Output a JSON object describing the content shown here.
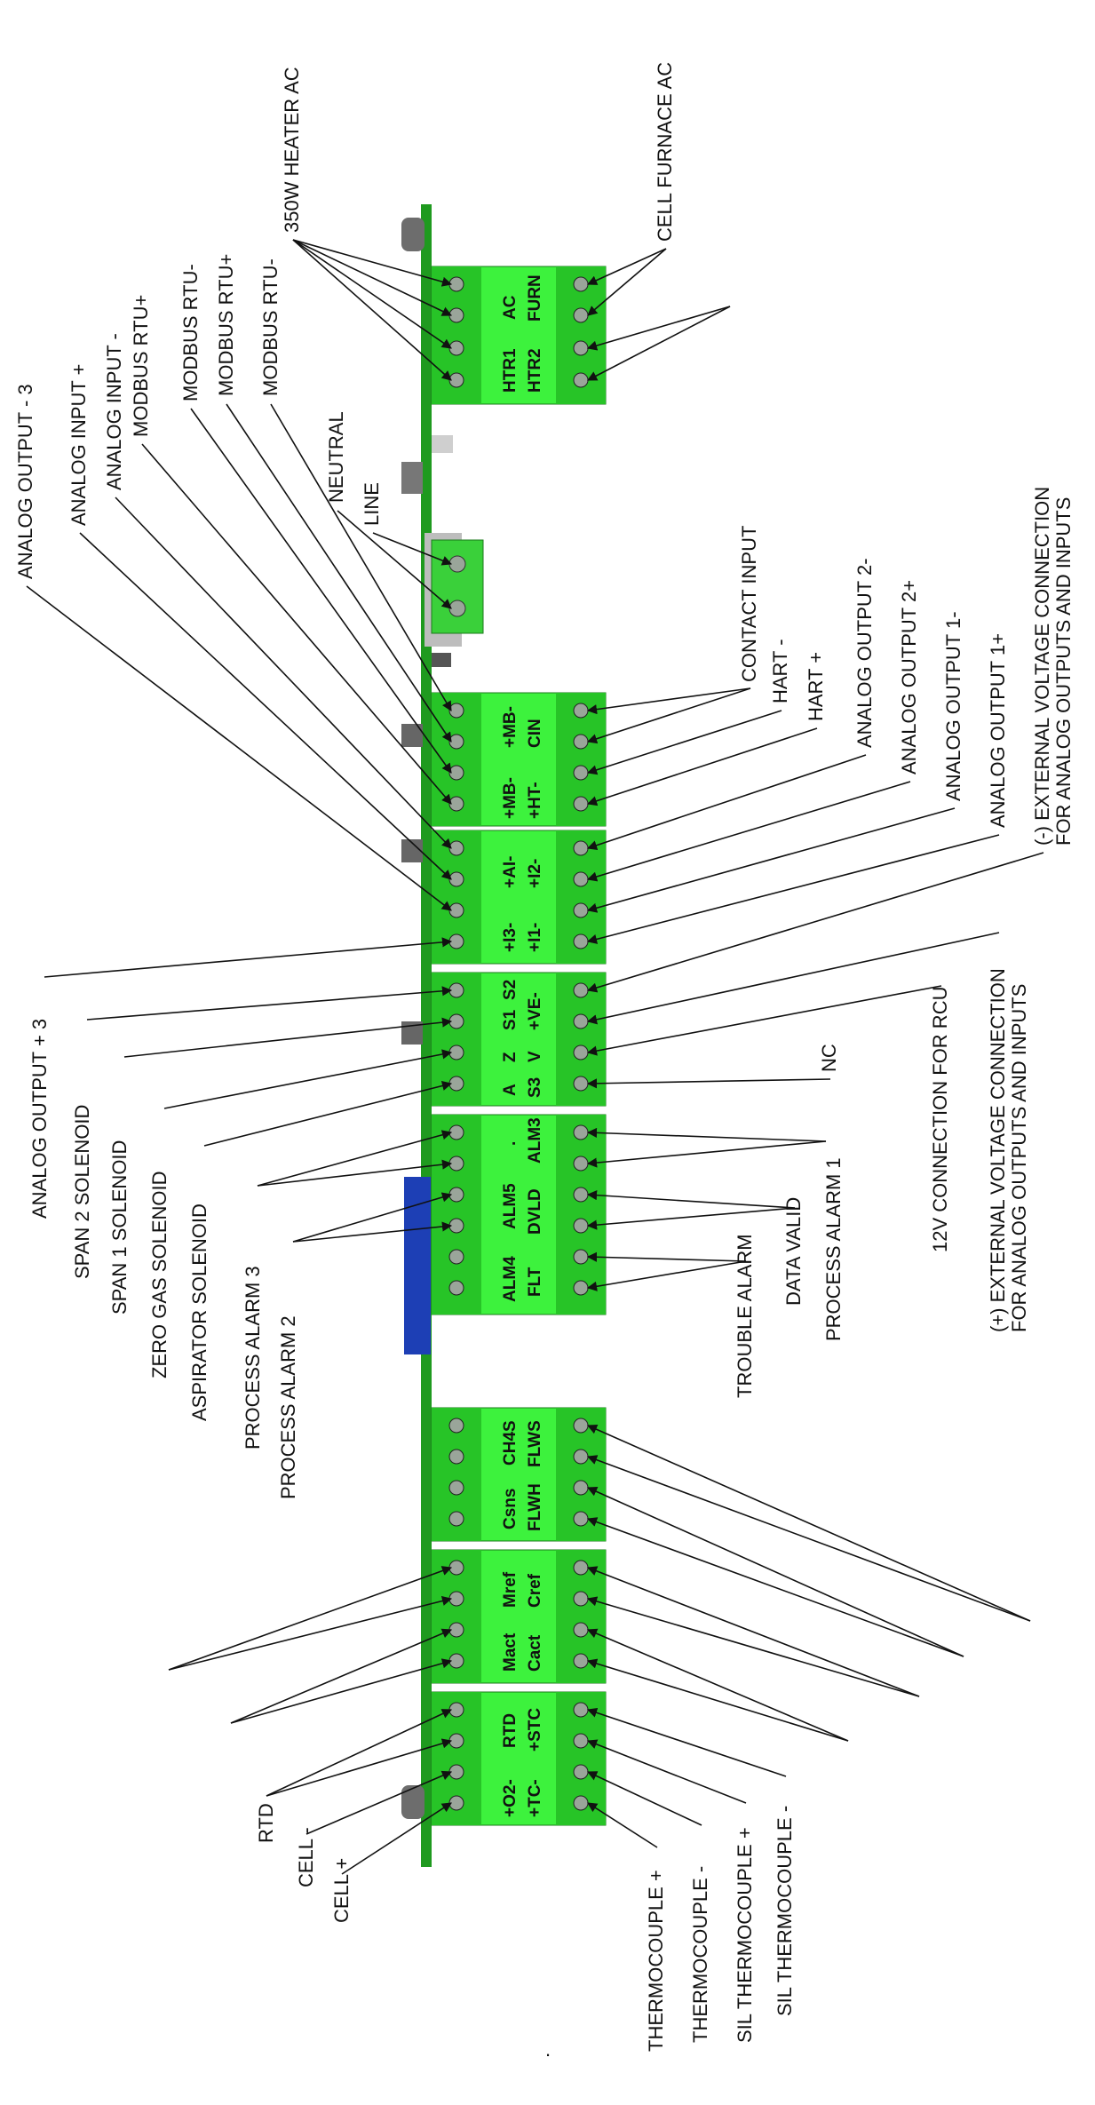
{
  "labels": {
    "heater": "350W HEATER AC",
    "furnace": "CELL FURNACE AC",
    "neutral": "NEUTRAL",
    "line": "LINE",
    "modbus_rtu_minus_b": "MODBUS RTU-",
    "modbus_rtu_plus": "MODBUS RTU+",
    "modbus_rtu_minus_a": "MODBUS  RTU-",
    "modbus_rtu_plus_a": "MODBUS  RTU+",
    "analog_input_minus": "ANALOG INPUT -",
    "analog_input_plus": "ANALOG INPUT +",
    "analog_output_minus_3": "ANALOG OUTPUT - 3",
    "analog_output_plus_3": "ANALOG OUTPUT + 3",
    "span2": "SPAN 2 SOLENOID",
    "span1": "SPAN 1 SOLENOID",
    "zero_gas": "ZERO GAS SOLENOID",
    "aspirator": "ASPIRATOR SOLENOID",
    "process_alarm_3": "PROCESS ALARM 3",
    "process_alarm_2": "PROCESS ALARM 2",
    "rtd": "RTD",
    "cell_minus": "CELL -",
    "cell_plus": "CELL +",
    "contact_input": "CONTACT INPUT",
    "hart_minus": "HART -",
    "hart_plus": "HART +",
    "analog_output_2_minus": "ANALOG OUTPUT 2-",
    "analog_output_2_plus": "ANALOG OUTPUT 2+",
    "analog_output_1_minus": "ANALOG OUTPUT 1-",
    "analog_output_1_plus": "ANALOG OUTPUT 1+",
    "ext_neg_1": "(-) EXTERNAL VOLTAGE CONNECTION",
    "ext_neg_2": "FOR ANALOG OUTPUTS AND INPUTS",
    "ext_pos_1": "(+) EXTERNAL VOLTAGE CONNECTION",
    "ext_pos_2": "FOR ANALOG OUTPUTS AND INPUTS",
    "nc": "NC",
    "rcu": "12V CONNECTION FOR RCU",
    "process_alarm_1": "PROCESS ALARM 1",
    "data_valid": "DATA VALID",
    "trouble_alarm": "TROUBLE ALARM",
    "thermocouple_plus": "THERMOCOUPLE +",
    "thermocouple_minus": "THERMOCOUPLE -",
    "sil_tc_plus": "SIL THERMOCOUPLE +",
    "sil_tc_minus": "SIL THERMOCOUPLE -",
    "dot": "."
  },
  "terminals": {
    "htr1": "HTR1",
    "ac": "AC",
    "htr2": "HTR2",
    "furn": "FURN",
    "pmb_a": "+MB-",
    "pmb_b": "+MB-",
    "pht": "+HT-",
    "cin": "CIN",
    "pi3": "+I3-",
    "pai": "+AI-",
    "pi1": "+I1-",
    "pi2": "+I2-",
    "a": "A",
    "z": "Z",
    "s1": "S1",
    "s2": "S2",
    "s3": "S3",
    "v": "V",
    "pve": "+VE-",
    "alm4": "ALM4",
    "alm5": "ALM5",
    "dot": ".",
    "flt": "FLT",
    "dvld": "DVLD",
    "alm3": "ALM3",
    "csns": "Csns",
    "ch4s": "CH4S",
    "flwh": "FLWH",
    "flws": "FLWS",
    "mact": "Mact",
    "mref": "Mref",
    "cact": "Cact",
    "cref": "Cref",
    "po2": "+O2-",
    "rtd": "RTD",
    "ptc": "+TC-",
    "pstc": "+STC"
  },
  "colors": {
    "board": "#1f9a1f",
    "connector": "#3df23d",
    "connector_dark": "#27c427",
    "screw": "#9aa59a",
    "blue_module": "#1d3fb5",
    "cyan_module": "#86dcf4",
    "gray_block": "#bdbdbd"
  }
}
